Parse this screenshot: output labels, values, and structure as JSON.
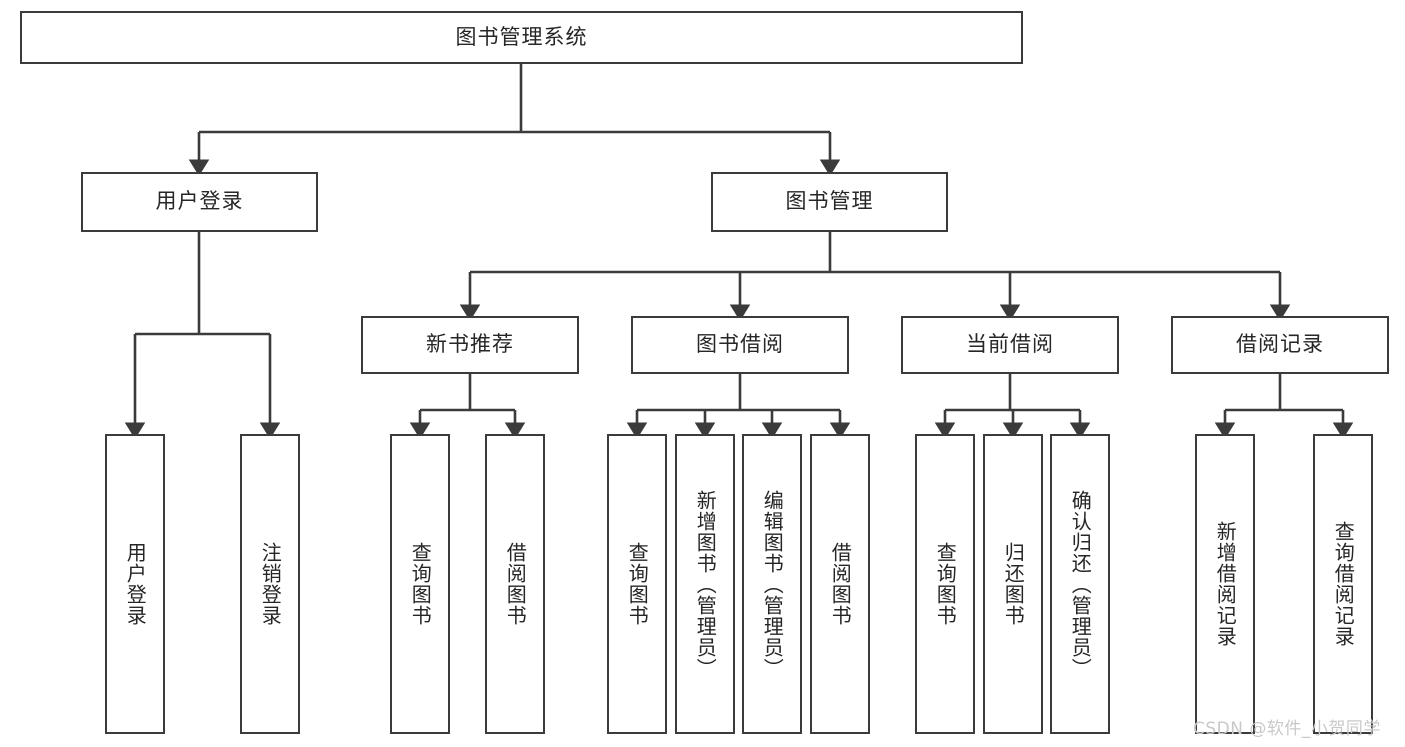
{
  "diagram": {
    "type": "hierarchical-tree",
    "title": "图书管理系统",
    "orientation": "top-down",
    "colors": {
      "background": "#ffffff",
      "border": "#3b3b3b",
      "text": "#262626",
      "connector": "#3b3b3b",
      "watermark": "#c9c9c9"
    },
    "levels": {
      "root": {
        "label": "图书管理系统"
      },
      "level2": [
        {
          "label": "用户登录"
        },
        {
          "label": "图书管理"
        }
      ],
      "level3": [
        {
          "label": "新书推荐"
        },
        {
          "label": "图书借阅"
        },
        {
          "label": "当前借阅"
        },
        {
          "label": "借阅记录"
        }
      ],
      "leaves": {
        "user_login": [
          {
            "label": "用户登录"
          },
          {
            "label": "注销登录"
          }
        ],
        "new_book": [
          {
            "label": "查询图书"
          },
          {
            "label": "借阅图书"
          }
        ],
        "book_borrow": [
          {
            "label": "查询图书"
          },
          {
            "label": "新增图书（管理员）"
          },
          {
            "label": "编辑图书（管理员）"
          },
          {
            "label": "借阅图书"
          }
        ],
        "current_borrow": [
          {
            "label": "查询图书"
          },
          {
            "label": "归还图书"
          },
          {
            "label": "确认归还（管理员）"
          }
        ],
        "borrow_record": [
          {
            "label": "新增借阅记录"
          },
          {
            "label": "查询借阅记录"
          }
        ]
      }
    },
    "watermark": "CSDN @软件_小贺同学"
  }
}
